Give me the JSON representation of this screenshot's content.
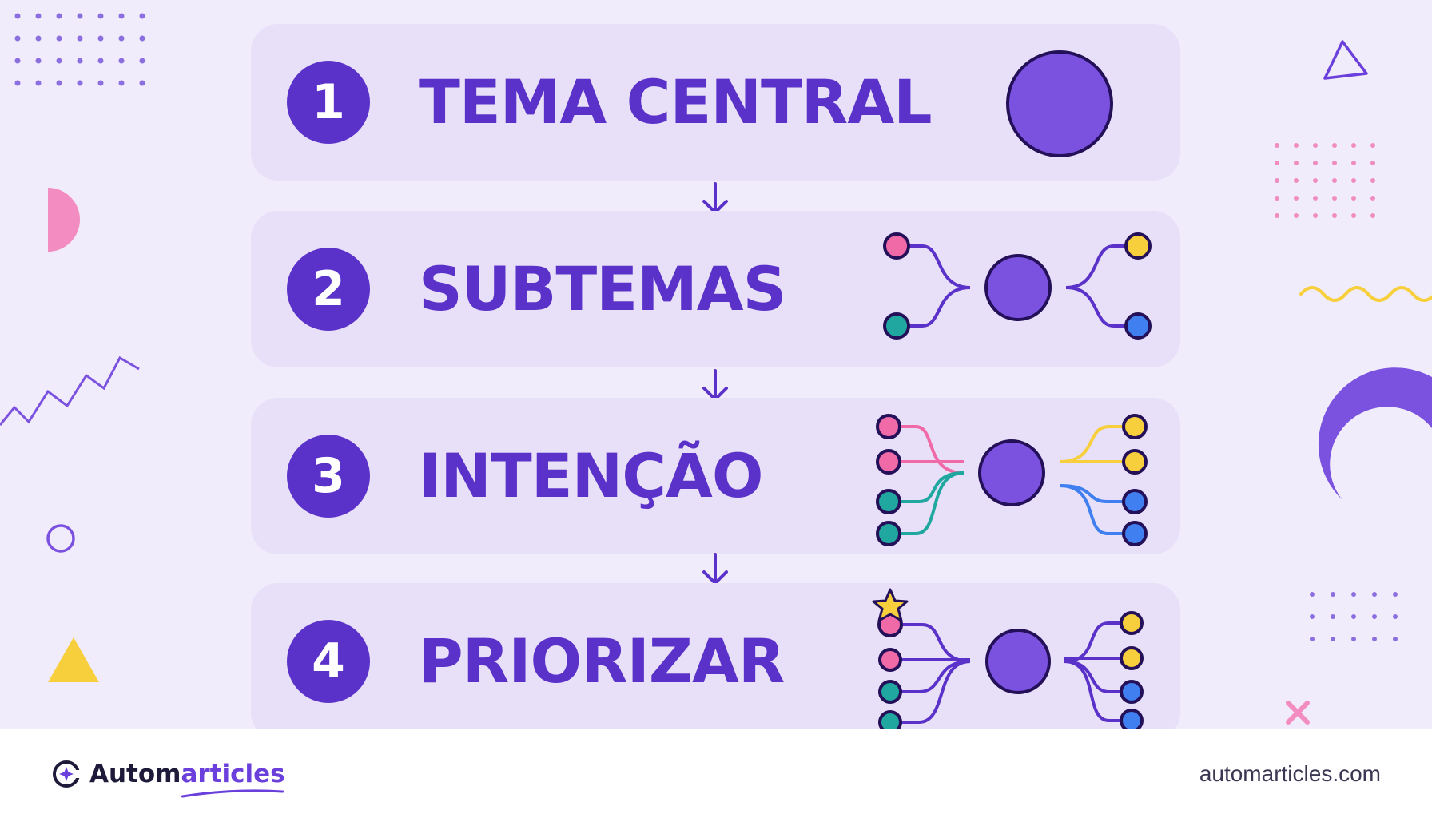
{
  "steps": [
    {
      "number": "1",
      "title": "TEMA CENTRAL",
      "diagram": "single-node"
    },
    {
      "number": "2",
      "title": "SUBTEMAS",
      "diagram": "hub-4-branches"
    },
    {
      "number": "3",
      "title": "INTENÇÃO",
      "diagram": "hub-8-colored-branches"
    },
    {
      "number": "4",
      "title": "PRIORIZAR",
      "diagram": "hub-branches-starred"
    }
  ],
  "footer": {
    "brand_prefix": "Autom",
    "brand_accent": "articles",
    "website": "automarticles.com"
  },
  "colors": {
    "primary": "#5b32c9",
    "node": "#7b52e0",
    "pink": "#f06aa8",
    "yellow": "#f7cf3c",
    "teal": "#20a8a0",
    "blue": "#3f7ff0",
    "background": "#f1ecfb",
    "card": "#e8e0f8"
  },
  "icons": [
    "down-arrow-icon",
    "automarticles-logo-icon",
    "star-icon"
  ]
}
